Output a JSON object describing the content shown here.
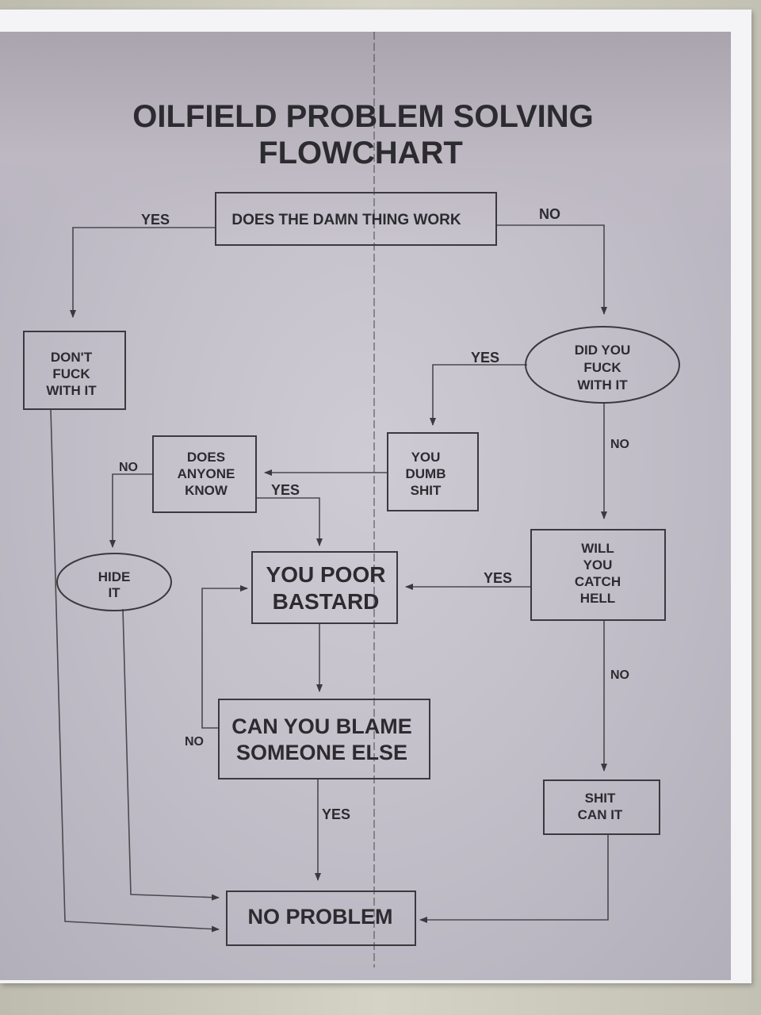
{
  "title": {
    "line1": "OILFIELD PROBLEM SOLVING",
    "line2": "FLOWCHART"
  },
  "nodes": {
    "start": [
      "DOES THE DAMN THING WORK"
    ],
    "dont_touch": [
      "DON'T",
      "FUCK",
      "WITH IT"
    ],
    "did_you": [
      "DID YOU",
      "FUCK",
      "WITH IT"
    ],
    "dumb": [
      "YOU",
      "DUMB",
      "SHIT"
    ],
    "anyone_know": [
      "DOES",
      "ANYONE",
      "KNOW"
    ],
    "hide": [
      "HIDE",
      "IT"
    ],
    "poor": [
      "YOU POOR",
      "BASTARD"
    ],
    "catch_hell": [
      "WILL",
      "YOU",
      "CATCH",
      "HELL"
    ],
    "blame": [
      "CAN YOU BLAME",
      "SOMEONE ELSE"
    ],
    "shit_can": [
      "SHIT",
      "CAN IT"
    ],
    "no_problem": [
      "NO PROBLEM"
    ]
  },
  "edge_labels": {
    "start_yes": "YES",
    "start_no": "NO",
    "did_yes": "YES",
    "did_no": "NO",
    "know_no": "NO",
    "know_yes": "YES",
    "hell_yes": "YES",
    "hell_no": "NO",
    "blame_no": "NO",
    "blame_yes": "YES"
  }
}
